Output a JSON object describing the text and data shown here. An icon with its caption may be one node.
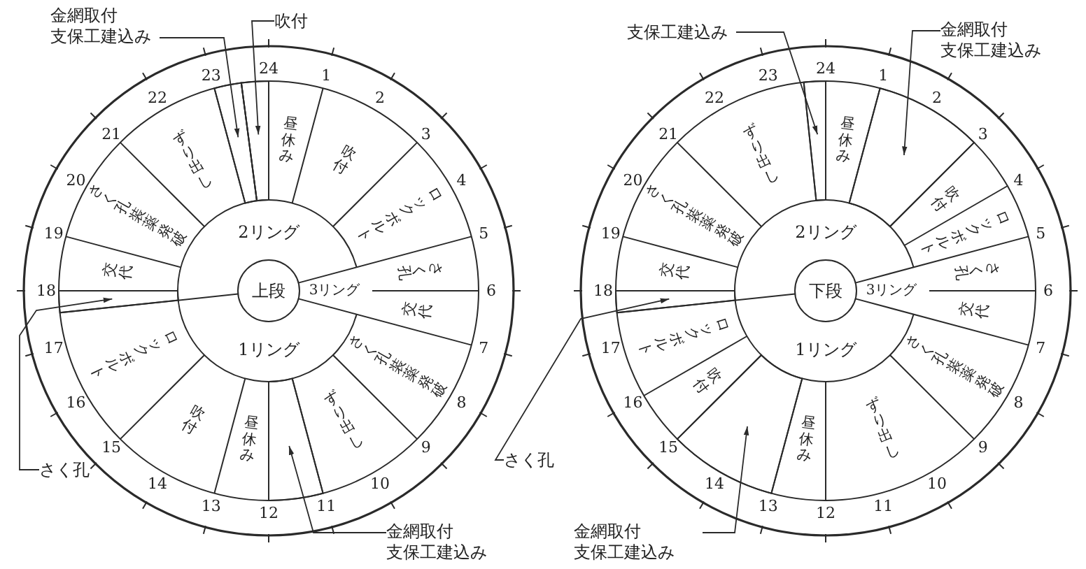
{
  "diagram": {
    "nodes": [
      {
        "text": [
          "上段"
        ]
      },
      {
        "text": [
          "2リング"
        ]
      },
      {
        "text": [
          "1リング"
        ]
      },
      {
        "text": [
          "3リング"
        ]
      },
      {
        "text": [
          "交代"
        ]
      },
      {
        "text": [
          "さく孔装薬発破"
        ]
      },
      {
        "text": [
          "ずり出し"
        ]
      },
      {
        "text": [
          "昼休み"
        ]
      },
      {
        "text": [
          "吹付"
        ]
      },
      {
        "text": [
          "ロックボルト"
        ]
      },
      {
        "text": [
          "さく孔"
        ]
      },
      {
        "text": [
          "交代"
        ]
      },
      {
        "text": [
          "さく孔装薬発破"
        ]
      },
      {
        "text": [
          "ずり出し"
        ]
      },
      {
        "text": [
          "昼休み"
        ]
      },
      {
        "text": [
          "吹付"
        ]
      },
      {
        "text": [
          "ロックボルト"
        ]
      },
      {
        "text": [
          "金網取付",
          "支保工建込み"
        ]
      },
      {
        "text": [
          "吹付"
        ]
      },
      {
        "text": [
          "さく孔"
        ]
      },
      {
        "text": [
          "金網取付",
          "支保工建込み"
        ]
      },
      {
        "text": [
          "下段"
        ]
      },
      {
        "text": [
          "2リング"
        ]
      },
      {
        "text": [
          "1リング"
        ]
      },
      {
        "text": [
          "3リング"
        ]
      },
      {
        "text": [
          "交代"
        ]
      },
      {
        "text": [
          "さく孔装薬発破"
        ]
      },
      {
        "text": [
          "ずり出し"
        ]
      },
      {
        "text": [
          "昼休み"
        ]
      },
      {
        "text": [
          "吹付"
        ]
      },
      {
        "text": [
          "ロックボルト"
        ]
      },
      {
        "text": [
          "さく孔"
        ]
      },
      {
        "text": [
          "交代"
        ]
      },
      {
        "text": [
          "さく孔装薬発破"
        ]
      },
      {
        "text": [
          "ずり出し"
        ]
      },
      {
        "text": [
          "昼休み"
        ]
      },
      {
        "text": [
          "吹付"
        ]
      },
      {
        "text": [
          "ロックボルト"
        ]
      },
      {
        "text": [
          "支保工建込み"
        ]
      },
      {
        "text": [
          "金網取付",
          "支保工建込み"
        ]
      },
      {
        "text": [
          "さく孔"
        ]
      },
      {
        "text": [
          "金網取付",
          "支保工建込み"
        ]
      },
      {
        "text": [],
        "shape": "wedge"
      },
      {
        "text": [],
        "shape": "wedge"
      },
      {
        "text": [],
        "shape": "wedge"
      },
      {
        "text": [],
        "shape": "wedge"
      },
      {
        "text": [],
        "shape": "wedge"
      },
      {
        "text": [],
        "shape": "wedge"
      },
      {
        "text": [],
        "shape": "wedge"
      },
      {
        "text": [],
        "shape": "wedge"
      }
    ],
    "edges": [
      {
        "from": 17,
        "to": 42,
        "arrow": "to"
      },
      {
        "from": 18,
        "to": 43,
        "arrow": "to"
      },
      {
        "from": 19,
        "to": 44,
        "arrow": "to"
      },
      {
        "from": 20,
        "to": 45,
        "arrow": "to"
      },
      {
        "from": 38,
        "to": 46,
        "arrow": "to"
      },
      {
        "from": 39,
        "to": 47,
        "arrow": "to"
      },
      {
        "from": 40,
        "to": 48,
        "arrow": "to"
      },
      {
        "from": 41,
        "to": 49,
        "arrow": "to"
      }
    ],
    "labels": [
      "24",
      "1",
      "2",
      "3",
      "4",
      "5",
      "6",
      "7",
      "8",
      "9",
      "10",
      "11",
      "12",
      "13",
      "14",
      "15",
      "16",
      "17",
      "18",
      "19",
      "20",
      "21",
      "22",
      "23",
      "24",
      "1",
      "2",
      "3",
      "4",
      "5",
      "6",
      "7",
      "8",
      "9",
      "10",
      "11",
      "12",
      "13",
      "14",
      "15",
      "16",
      "17",
      "18",
      "19",
      "20",
      "21",
      "22",
      "23"
    ]
  }
}
